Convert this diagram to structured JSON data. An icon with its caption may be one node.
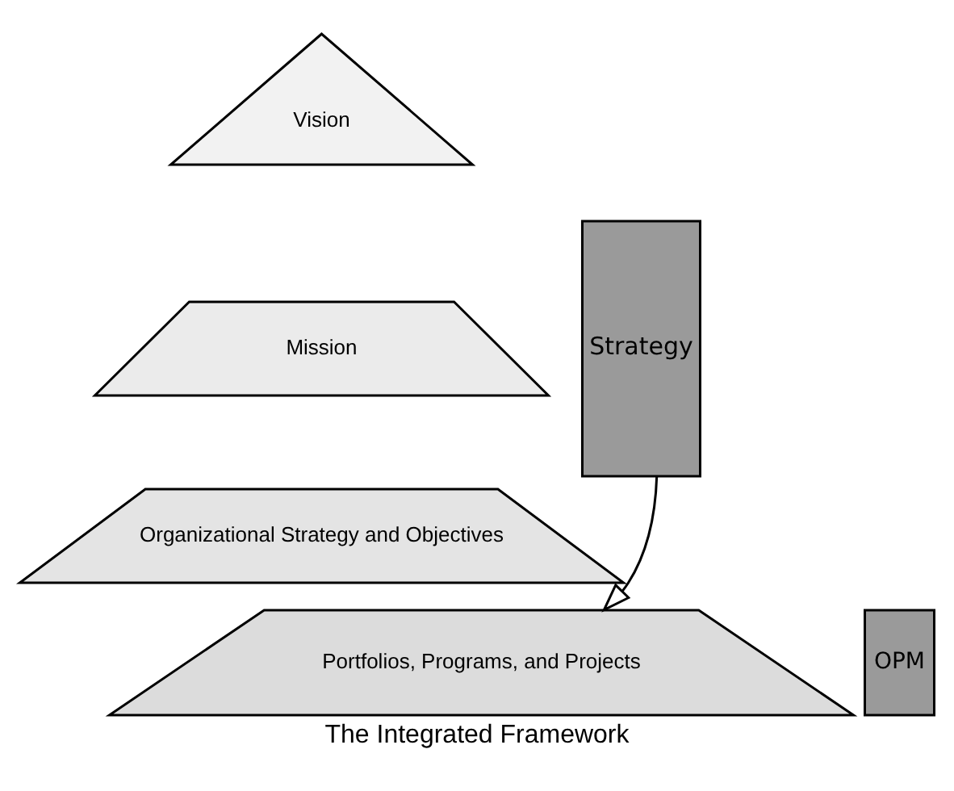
{
  "diagram": {
    "caption": "The Integrated Framework",
    "nodes": [
      {
        "text": [
          "Vision"
        ]
      },
      {
        "text": [
          "Mission"
        ]
      },
      {
        "text": [
          "Organizational Strategy and Objectives"
        ]
      },
      {
        "text": [
          "Strategy"
        ]
      },
      {
        "text": [
          "Portfolios, Programs, and Projects"
        ]
      },
      {
        "text": [
          "OPM"
        ]
      }
    ],
    "edges": [
      {
        "from": 3,
        "to": 4,
        "arrow": "to"
      }
    ]
  }
}
